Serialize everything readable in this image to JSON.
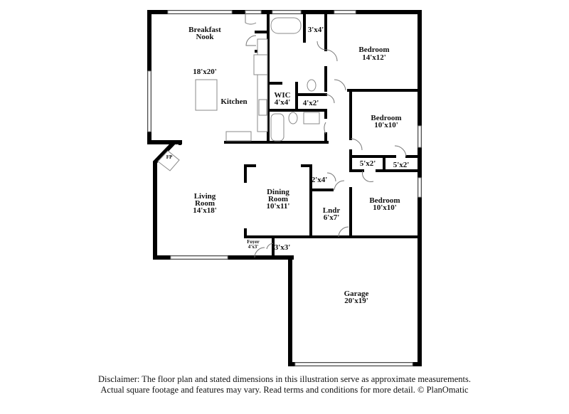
{
  "rooms": {
    "breakfast_nook": "Breakfast",
    "breakfast_nook_2": "Nook",
    "kitchen_dim": "18'x20'",
    "kitchen": "Kitchen",
    "bedroom1": "Bedroom",
    "bedroom1_dim": "14'x12'",
    "closet_3x4": "3'x4'",
    "wic": "WIC",
    "wic_dim": "4'x4'",
    "closet_4x2": "4'x2'",
    "bedroom2": "Bedroom",
    "bedroom2_dim": "10'x10'",
    "fp": "FP",
    "closet_5x2_a": "5'x2'",
    "closet_5x2_b": "5'x2'",
    "closet_2x4": "2'x4'",
    "living": "Living",
    "living_2": "Room",
    "living_dim": "14'x18'",
    "dining": "Dining",
    "dining_2": "Room",
    "dining_dim": "10'x11'",
    "laundry": "Lndr",
    "laundry_dim": "6'x7'",
    "bedroom3": "Bedroom",
    "bedroom3_dim": "10'x10'",
    "foyer": "Foyer",
    "foyer_dim": "4'x3'",
    "closet_3x3": "3'x3'",
    "garage": "Garage",
    "garage_dim": "20'x19'"
  },
  "disclaimer": {
    "line1": "Disclaimer: The floor plan and stated dimensions in this illustration serve as approximate measurements.",
    "line2": "Actual square footage and features may vary. Read terms and conditions for more detail. © PlanOmatic"
  }
}
